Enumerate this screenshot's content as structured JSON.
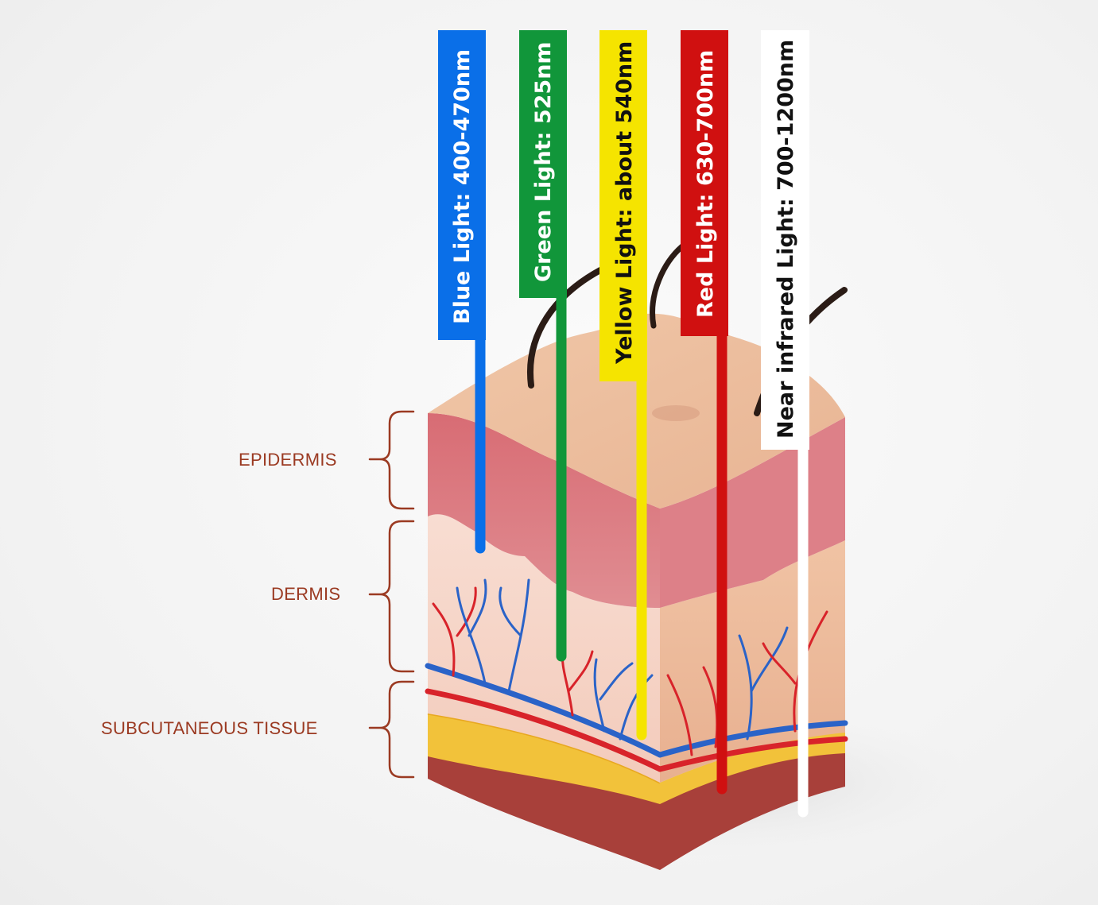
{
  "layers": [
    {
      "label": "EPIDERMIS"
    },
    {
      "label": "DERMIS"
    },
    {
      "label": "SUBCUTANEOUS TISSUE"
    }
  ],
  "light_bands": [
    {
      "label": "Blue Light: 400-470nm",
      "color": "#0a6fe8",
      "text_color": "#ffffff"
    },
    {
      "label": "Green Light: 525nm",
      "color": "#11963a",
      "text_color": "#ffffff"
    },
    {
      "label": "Yellow Light: about 540nm",
      "color": "#f5e400",
      "text_color": "#111111"
    },
    {
      "label": "Red Light: 630-700nm",
      "color": "#d01010",
      "text_color": "#ffffff"
    },
    {
      "label": "Near infrared Light: 700-1200nm",
      "color": "#ffffff",
      "text_color": "#111111"
    }
  ],
  "colors": {
    "label_color": "#9b3a22",
    "epidermis": "#d9767c",
    "dermis": "#f6d3c6",
    "fat": "#f2c23a",
    "muscle": "#a8403a",
    "artery": "#d8232a",
    "vein": "#2a63c8"
  }
}
